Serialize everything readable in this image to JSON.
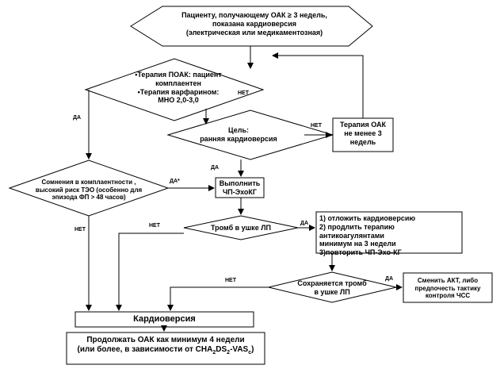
{
  "nodes": {
    "start": {
      "lines": [
        "Пациенту, получающему ОАК ≥ 3 недель,",
        "показана кардиоверсия",
        "(электрическая или медикаментозная)"
      ]
    },
    "therapy": {
      "lines": [
        "•Терапия ПОАК: пациент",
        "комплаентен",
        "•Терапия варфарином:",
        "МНО 2,0-3,0"
      ]
    },
    "goal": {
      "lines": [
        "Цель:",
        "ранняя кардиоверсия"
      ]
    },
    "oak3": {
      "lines": [
        "Терапия ОАК",
        "не менее 3",
        "недель"
      ]
    },
    "doubts": {
      "lines": [
        "Сомнения в комплаентности ,",
        "высокий риск ТЭО (особенно для",
        "эпизода ФП > 48 часов)"
      ]
    },
    "tee": {
      "lines": [
        "Выполнить",
        "ЧП-ЭхоКГ"
      ]
    },
    "thrombus": {
      "lines": [
        "Тромб в ушке ЛП"
      ]
    },
    "actions": {
      "lines": [
        "1) отложить кардиоверсию",
        "2) продлить терапию антикоагулянтами",
        "минимум на 3 недели",
        "3)повторить ЧП-Эхо-КГ"
      ]
    },
    "persists": {
      "lines": [
        "Сохраняется тромб",
        "в ушке ЛП"
      ]
    },
    "change": {
      "lines": [
        "Сменить АКТ, либо",
        "предпочесть тактику",
        "контроля ЧСС"
      ]
    },
    "cardioversion": {
      "lines": [
        "Кардиоверсия"
      ]
    },
    "continue": {
      "line1": "Продолжать ОАК как минимум 4 недели",
      "line2_pre": "(или более, в зависимости от CHA",
      "line2_sub1": "2",
      "line2_mid": "DS",
      "line2_sub2": "2",
      "line2_mid2": "-VAS",
      "line2_sub3": "c",
      "line2_post": ")"
    }
  },
  "edges": {
    "yes": "ДА",
    "no": "НЕТ",
    "yes_star": "ДА*"
  }
}
